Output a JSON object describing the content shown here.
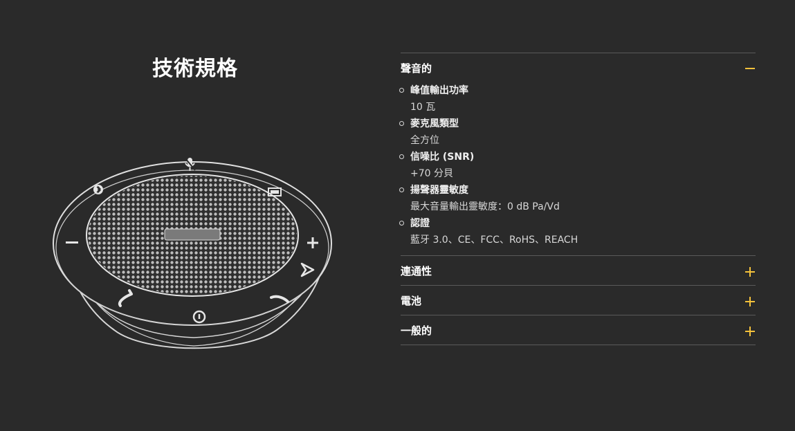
{
  "page": {
    "title": "技術規格"
  },
  "icons": {
    "mute": "microphone-mute-icon",
    "bluetooth": "bluetooth-icon",
    "battery": "battery-icon",
    "volume_down": "minus-icon",
    "volume_up": "plus-icon",
    "answer": "answer-call-icon",
    "hangup": "end-call-icon",
    "power": "power-icon",
    "smart": "smart-button-icon"
  },
  "colors": {
    "accent": "#f5c23b",
    "background": "#2a2a2a"
  },
  "sections": [
    {
      "title": "聲音的",
      "expanded": true,
      "items": [
        {
          "label": "峰值輸出功率",
          "value": "10 瓦"
        },
        {
          "label": "麥克風類型",
          "value": "全方位"
        },
        {
          "label": "信噪比 (SNR)",
          "value": "+70 分貝"
        },
        {
          "label": "揚聲器靈敏度",
          "value": "最大音量輸出靈敏度：0 dB Pa/Vd"
        },
        {
          "label": "認證",
          "value": "藍牙 3.0、CE、FCC、RoHS、REACH"
        }
      ]
    },
    {
      "title": "連通性",
      "expanded": false
    },
    {
      "title": "電池",
      "expanded": false
    },
    {
      "title": "一般的",
      "expanded": false
    }
  ]
}
